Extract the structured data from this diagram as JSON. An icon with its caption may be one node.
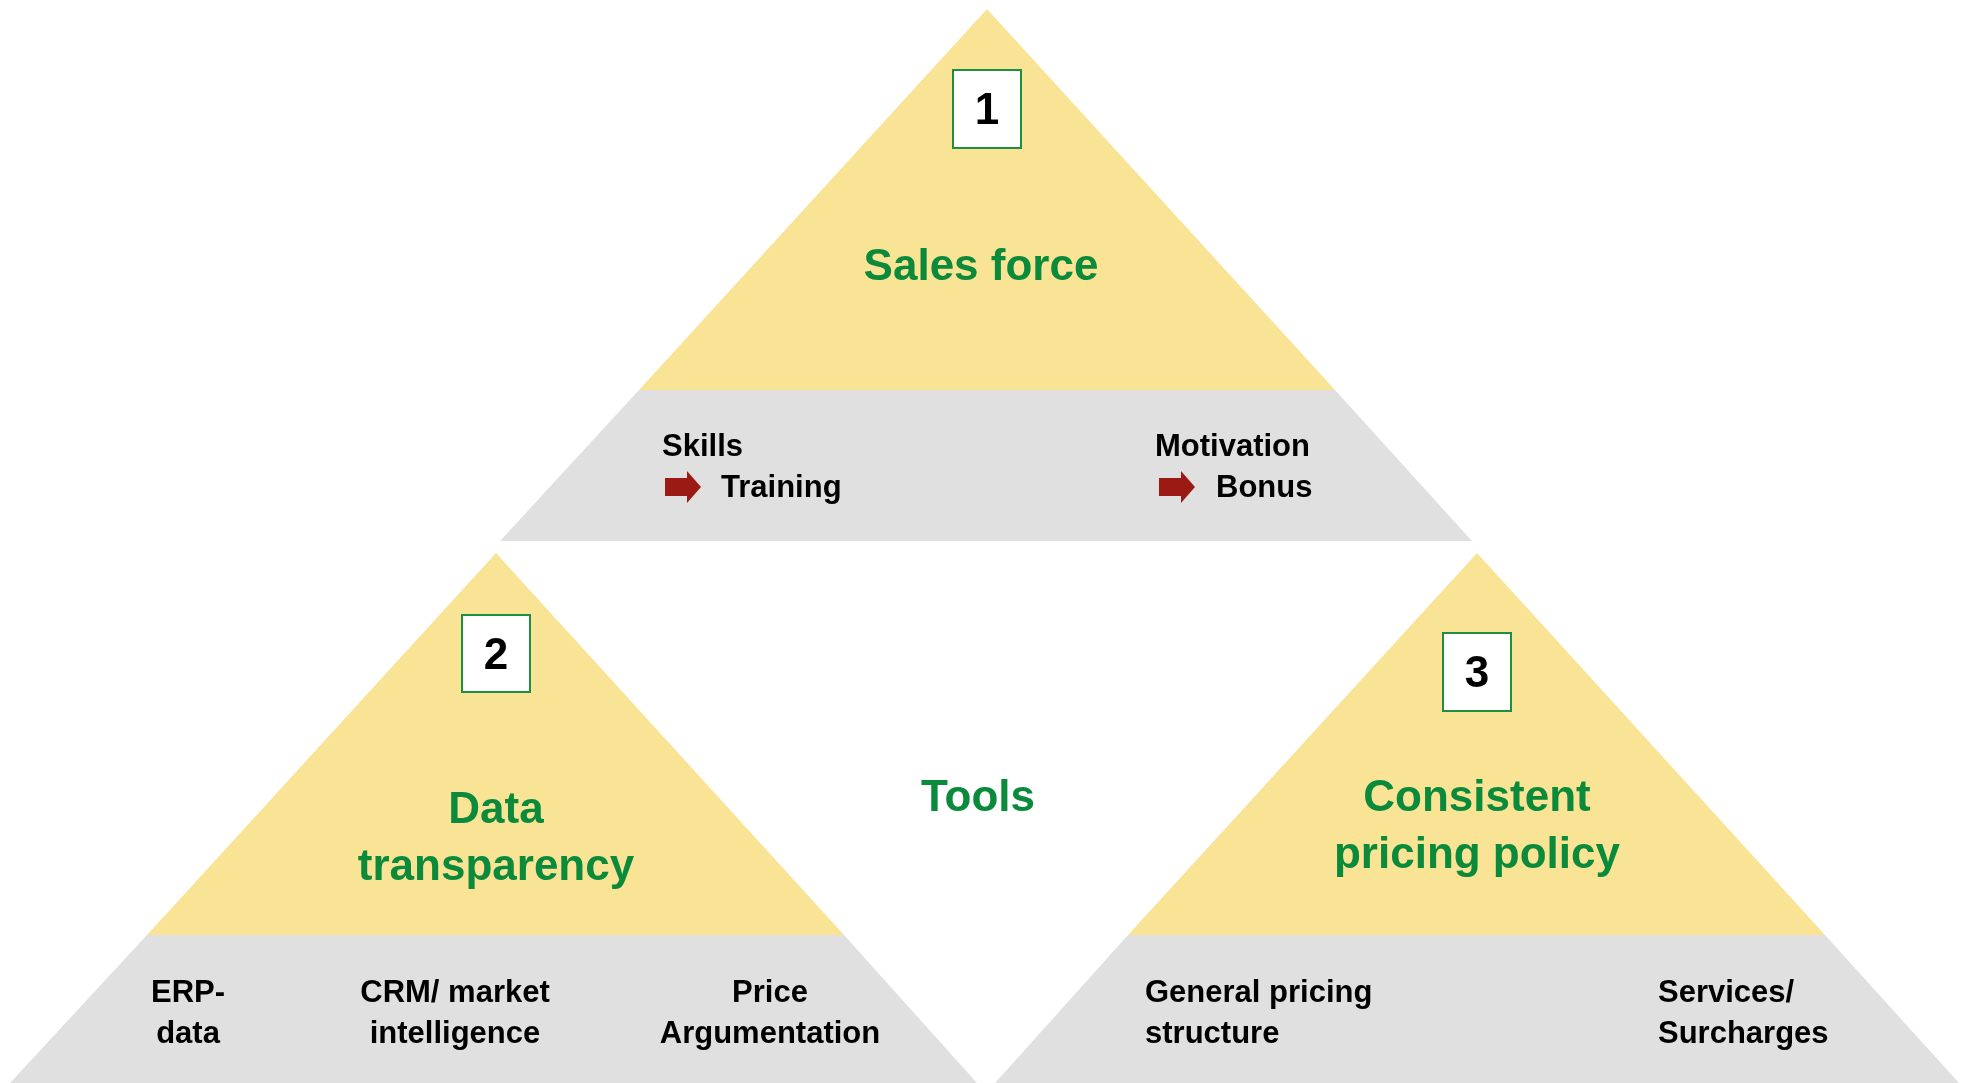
{
  "diagram": {
    "nodes": [
      {
        "text": [
          "Sales force"
        ]
      },
      {
        "text": [
          "1"
        ],
        "in": 0
      },
      {
        "text": [
          "Skills",
          "Training",
          "Motivation",
          "Bonus"
        ]
      },
      {
        "text": [
          "Data transparency"
        ]
      },
      {
        "text": [
          "2"
        ],
        "in": 3
      },
      {
        "text": [
          "ERP- data",
          "CRM/ market intelligence",
          "Price Argumentation"
        ]
      },
      {
        "text": [
          "Consistent pricing policy"
        ]
      },
      {
        "text": [
          "3"
        ],
        "in": 6
      },
      {
        "text": [
          "General pricing structure",
          "Services/ Surcharges"
        ]
      }
    ],
    "labels": [
      "Tools"
    ]
  }
}
